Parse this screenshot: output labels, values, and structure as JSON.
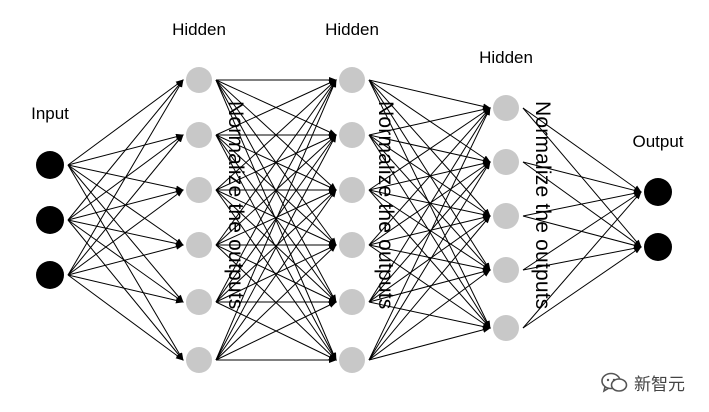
{
  "labels": {
    "input": "Input",
    "hidden_1": "Hidden",
    "hidden_2": "Hidden",
    "hidden_3": "Hidden",
    "output": "Output"
  },
  "normalize": {
    "label_1": "Normalize the outputs",
    "label_2": "Normalize the outputs",
    "label_3": "Normalize the outputs"
  },
  "watermark": {
    "text": "新智元",
    "icon": "wechat-icon"
  },
  "network": {
    "layer_sizes": [
      3,
      6,
      6,
      5,
      2
    ],
    "layer_kinds": [
      "input",
      "hidden",
      "hidden",
      "hidden",
      "output"
    ],
    "connectivity": "fully-connected",
    "colors": {
      "input_node": "#000000",
      "hidden_node": "#c8c8c8",
      "output_node": "#000000",
      "edge": "#000000"
    }
  }
}
